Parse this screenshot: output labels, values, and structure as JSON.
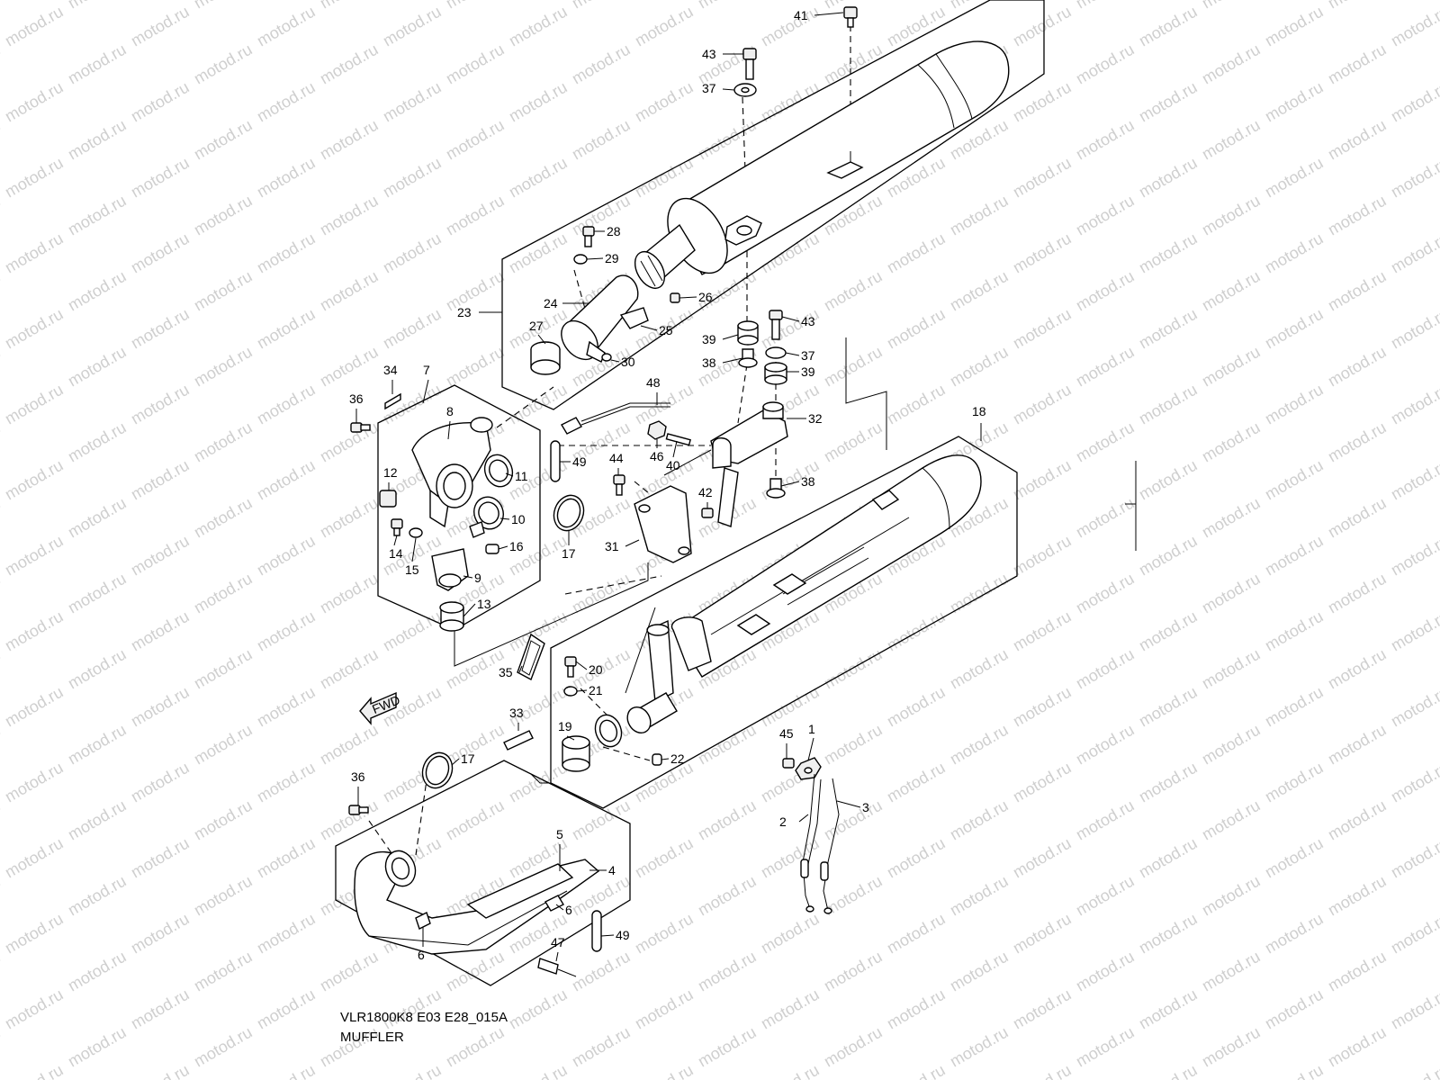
{
  "diagram": {
    "code": "VLR1800K8 E03 E28_015A",
    "title": "MUFFLER",
    "watermark": "motod.ru",
    "fwd_label": "FWD",
    "callouts": [
      {
        "id": "1"
      },
      {
        "id": "2"
      },
      {
        "id": "3"
      },
      {
        "id": "4"
      },
      {
        "id": "5"
      },
      {
        "id": "6a",
        "text": "6"
      },
      {
        "id": "6b",
        "text": "6"
      },
      {
        "id": "7"
      },
      {
        "id": "8"
      },
      {
        "id": "9"
      },
      {
        "id": "10"
      },
      {
        "id": "11"
      },
      {
        "id": "12"
      },
      {
        "id": "13"
      },
      {
        "id": "14"
      },
      {
        "id": "15"
      },
      {
        "id": "16"
      },
      {
        "id": "17a",
        "text": "17"
      },
      {
        "id": "17b",
        "text": "17"
      },
      {
        "id": "18"
      },
      {
        "id": "19"
      },
      {
        "id": "20"
      },
      {
        "id": "21"
      },
      {
        "id": "22"
      },
      {
        "id": "23"
      },
      {
        "id": "24"
      },
      {
        "id": "25"
      },
      {
        "id": "26"
      },
      {
        "id": "27"
      },
      {
        "id": "28"
      },
      {
        "id": "29"
      },
      {
        "id": "30"
      },
      {
        "id": "31"
      },
      {
        "id": "32"
      },
      {
        "id": "33"
      },
      {
        "id": "34"
      },
      {
        "id": "35"
      },
      {
        "id": "36a",
        "text": "36"
      },
      {
        "id": "36b",
        "text": "36"
      },
      {
        "id": "37a",
        "text": "37"
      },
      {
        "id": "37b",
        "text": "37"
      },
      {
        "id": "38a",
        "text": "38"
      },
      {
        "id": "38b",
        "text": "38"
      },
      {
        "id": "39a",
        "text": "39"
      },
      {
        "id": "39b",
        "text": "39"
      },
      {
        "id": "40"
      },
      {
        "id": "41"
      },
      {
        "id": "42"
      },
      {
        "id": "43a",
        "text": "43"
      },
      {
        "id": "43b",
        "text": "43"
      },
      {
        "id": "44"
      },
      {
        "id": "45"
      },
      {
        "id": "46"
      },
      {
        "id": "47"
      },
      {
        "id": "48"
      },
      {
        "id": "49a",
        "text": "49"
      },
      {
        "id": "49b",
        "text": "49"
      }
    ]
  }
}
